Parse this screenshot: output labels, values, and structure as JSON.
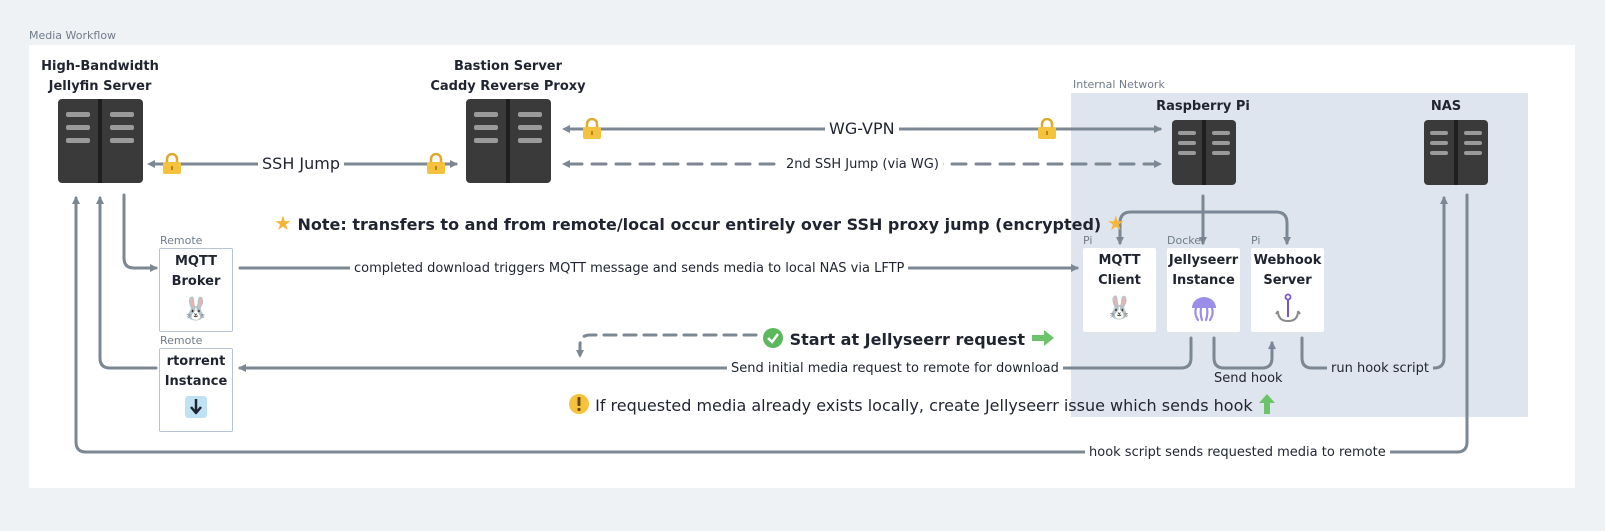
{
  "frame": {
    "title": "Media Workflow",
    "internal_label": "Internal Network"
  },
  "nodes": {
    "jellyfin": {
      "line1": "High-Bandwidth",
      "line2": "Jellyfin Server"
    },
    "bastion": {
      "line1": "Bastion Server",
      "line2": "Caddy Reverse Proxy"
    },
    "raspberry": {
      "label": "Raspberry Pi"
    },
    "nas": {
      "label": "NAS"
    },
    "mqtt_broker": {
      "tag": "Remote",
      "line1": "MQTT",
      "line2": "Broker",
      "emoji": "🐰"
    },
    "rtorrent": {
      "tag": "Remote",
      "line1": "rtorrent",
      "line2": "Instance",
      "icon": "download-icon"
    },
    "mqtt_client": {
      "tag": "Pi",
      "line1": "MQTT",
      "line2": "Client",
      "emoji": "🐰"
    },
    "jellyseerr": {
      "tag": "Docker",
      "line1": "Jellyseerr",
      "line2": "Instance",
      "icon": "jellyfish-icon"
    },
    "webhook": {
      "tag": "Pi",
      "line1": "Webhook",
      "line2": "Server",
      "icon": "hook-icon"
    }
  },
  "connections": {
    "ssh_jump": "SSH Jump",
    "wg_vpn": "WG-VPN",
    "ssh_jump_2": "2nd SSH Jump (via WG)",
    "mqtt_msg": "completed download triggers MQTT message and sends media to local NAS via LFTP",
    "initial_request": "Send initial media request to remote for download",
    "send_hook": "Send hook",
    "run_hook": "run hook script",
    "hook_sends": "hook script sends requested media to remote"
  },
  "notes": {
    "encrypted": "Note: transfers to and from remote/local occur entirely over SSH proxy jump (encrypted)",
    "start": "Start at Jellyseerr request",
    "exists": "If requested media already exists locally, create Jellyseerr issue which sends hook"
  },
  "colors": {
    "wire": "#7b8793",
    "server": "#3a3a3a",
    "internal_bg": "#dfe5ee",
    "lock": "#f5c23e",
    "star": "#f5b73b",
    "check": "#5cb85c"
  }
}
